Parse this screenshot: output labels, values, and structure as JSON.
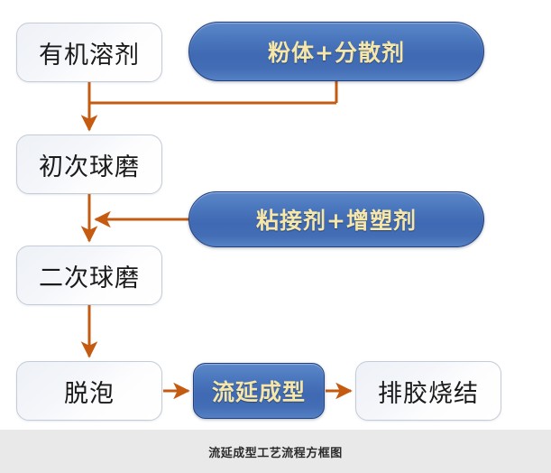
{
  "diagram": {
    "title": "流延成型工艺流程方框图",
    "colors": {
      "arrow": "#c55a11",
      "blue_fill": "#3f69b2",
      "blue_border": "#22407a",
      "blue_text": "#f6e7a8",
      "light_fill": "#f4f6fa",
      "light_border": "#c3ccd8",
      "light_text": "#1a1a1a",
      "caption_bar_bg": "#e9e9e9",
      "caption_text": "#2b2b2b",
      "page_bg": "#ffffff"
    },
    "nodes": [
      {
        "id": "solvent",
        "label": "有机溶剂",
        "kind": "light",
        "shape": "rounded"
      },
      {
        "id": "powder",
        "label": "粉体+分散剂",
        "kind": "blue",
        "shape": "pill"
      },
      {
        "id": "first_mill",
        "label": "初次球磨",
        "kind": "light",
        "shape": "rounded"
      },
      {
        "id": "binder",
        "label": "粘接剂+增塑剂",
        "kind": "blue",
        "shape": "pill"
      },
      {
        "id": "second_mill",
        "label": "二次球磨",
        "kind": "light",
        "shape": "rounded"
      },
      {
        "id": "degas",
        "label": "脱泡",
        "kind": "light",
        "shape": "rounded"
      },
      {
        "id": "tape_casting",
        "label": "流延成型",
        "kind": "blue",
        "shape": "rounded"
      },
      {
        "id": "debind_sinter",
        "label": "排胶烧结",
        "kind": "light",
        "shape": "rounded"
      }
    ],
    "edges": [
      {
        "from": "solvent",
        "to": "first_mill",
        "type": "elbow-merge-down"
      },
      {
        "from": "powder",
        "to": "first_mill",
        "type": "elbow-merge-down"
      },
      {
        "from": "first_mill",
        "to": "second_mill",
        "type": "straight-down"
      },
      {
        "from": "binder",
        "to": "first_mill_to_second_mill",
        "type": "horizontal-left"
      },
      {
        "from": "second_mill",
        "to": "degas",
        "type": "straight-down"
      },
      {
        "from": "degas",
        "to": "tape_casting",
        "type": "horizontal-right"
      },
      {
        "from": "tape_casting",
        "to": "debind_sinter",
        "type": "horizontal-right"
      }
    ]
  },
  "caption": {
    "text": "流延成型工艺流程方框图"
  }
}
